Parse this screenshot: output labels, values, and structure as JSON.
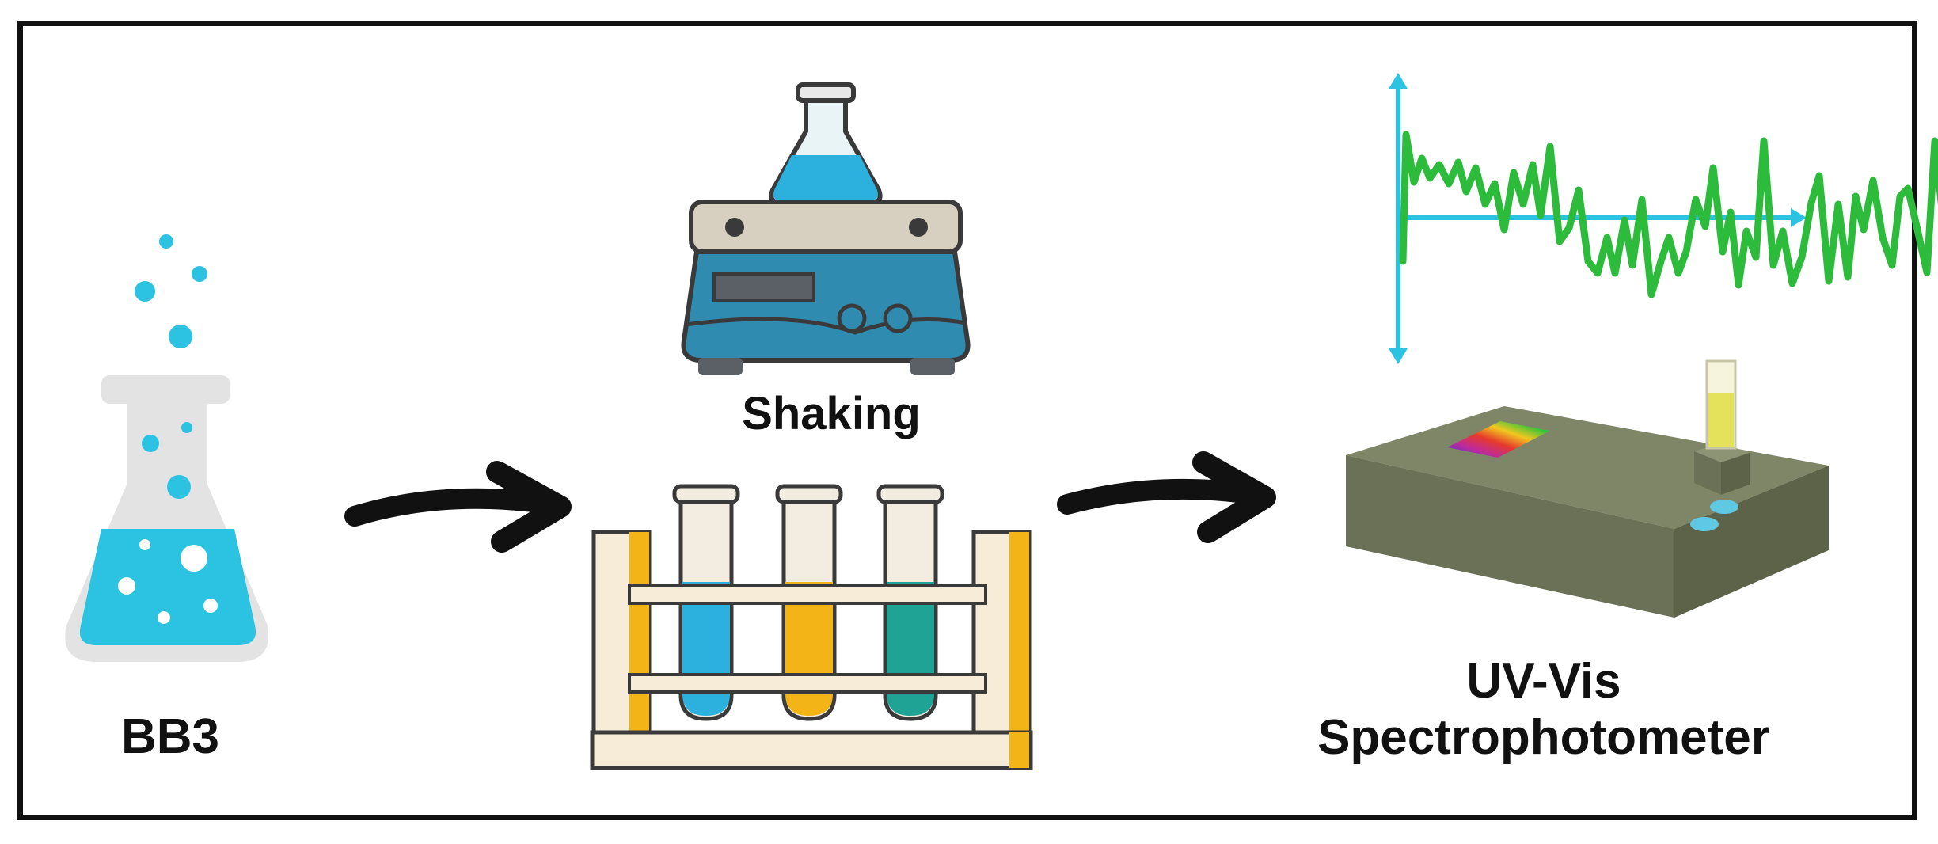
{
  "labels": {
    "bb3": "BB3",
    "shaking": "Shaking",
    "uv_vis_line1": "UV-Vis",
    "uv_vis_line2": "Spectrophotometer"
  },
  "colors": {
    "cyan": "#2cc3e2",
    "flask_glass": "#e3e3e3",
    "tube_blue": "#2cb0dd",
    "tube_yellow": "#f2b417",
    "tube_teal": "#1fa394",
    "rack_wood": "#f7ecd7",
    "rack_edge": "#f2b417",
    "shaker_body": "#2f8cb0",
    "shaker_plate": "#d7cfbf",
    "spectro_body": "#7f8668",
    "signal_green": "#2dbb3c",
    "arrow": "#111111"
  }
}
